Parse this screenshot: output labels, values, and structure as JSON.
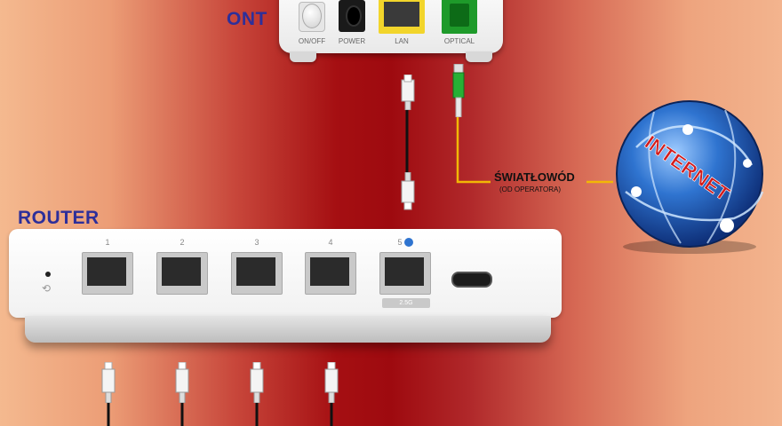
{
  "ont": {
    "label": "ONT",
    "ports": [
      "ON/OFF",
      "POWER",
      "LAN",
      "OPTICAL"
    ]
  },
  "router": {
    "label": "ROUTER",
    "ports": [
      "1",
      "2",
      "3",
      "4",
      "5"
    ],
    "port5_tag": "2.5G"
  },
  "fiber": {
    "label": "ŚWIATŁOWÓD",
    "sublabel": "(OD OPERATORA)"
  },
  "globe": {
    "text": "INTERNET"
  },
  "colors": {
    "label_blue": "#2d2f9a",
    "fiber_yellow": "#f2b705",
    "lan_yellow": "#f2d52b",
    "optical_green": "#1e9a2a",
    "globe_blue": "#1f5fb8",
    "internet_red": "#d21b1b"
  }
}
